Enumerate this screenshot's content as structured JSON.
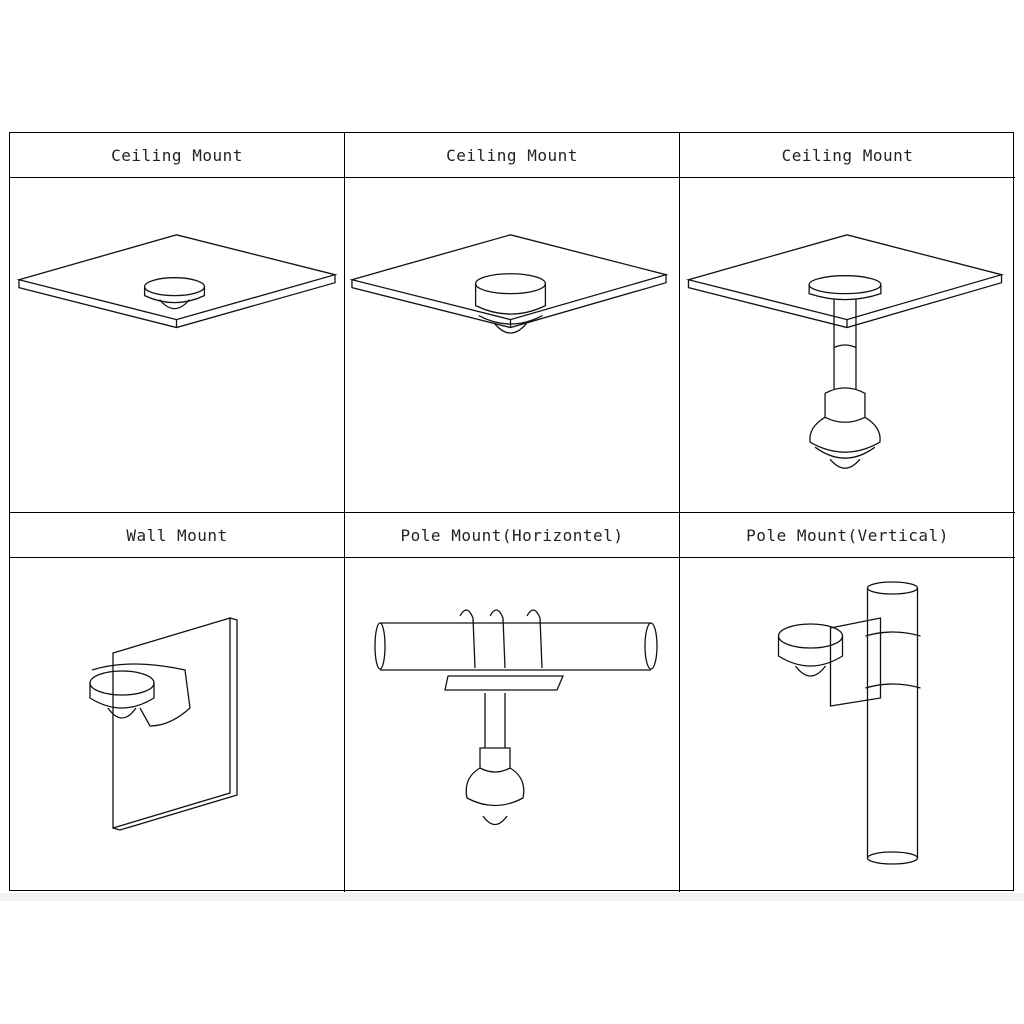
{
  "mounts": [
    {
      "label": "Ceiling Mount",
      "illustration": "ceiling-mount-flush"
    },
    {
      "label": "Ceiling Mount",
      "illustration": "ceiling-mount-adapter"
    },
    {
      "label": "Ceiling Mount",
      "illustration": "ceiling-mount-pendant"
    },
    {
      "label": "Wall Mount",
      "illustration": "wall-mount"
    },
    {
      "label": "Pole Mount(Horizontel)",
      "illustration": "pole-mount-horizontal"
    },
    {
      "label": "Pole Mount(Vertical)",
      "illustration": "pole-mount-vertical"
    }
  ]
}
